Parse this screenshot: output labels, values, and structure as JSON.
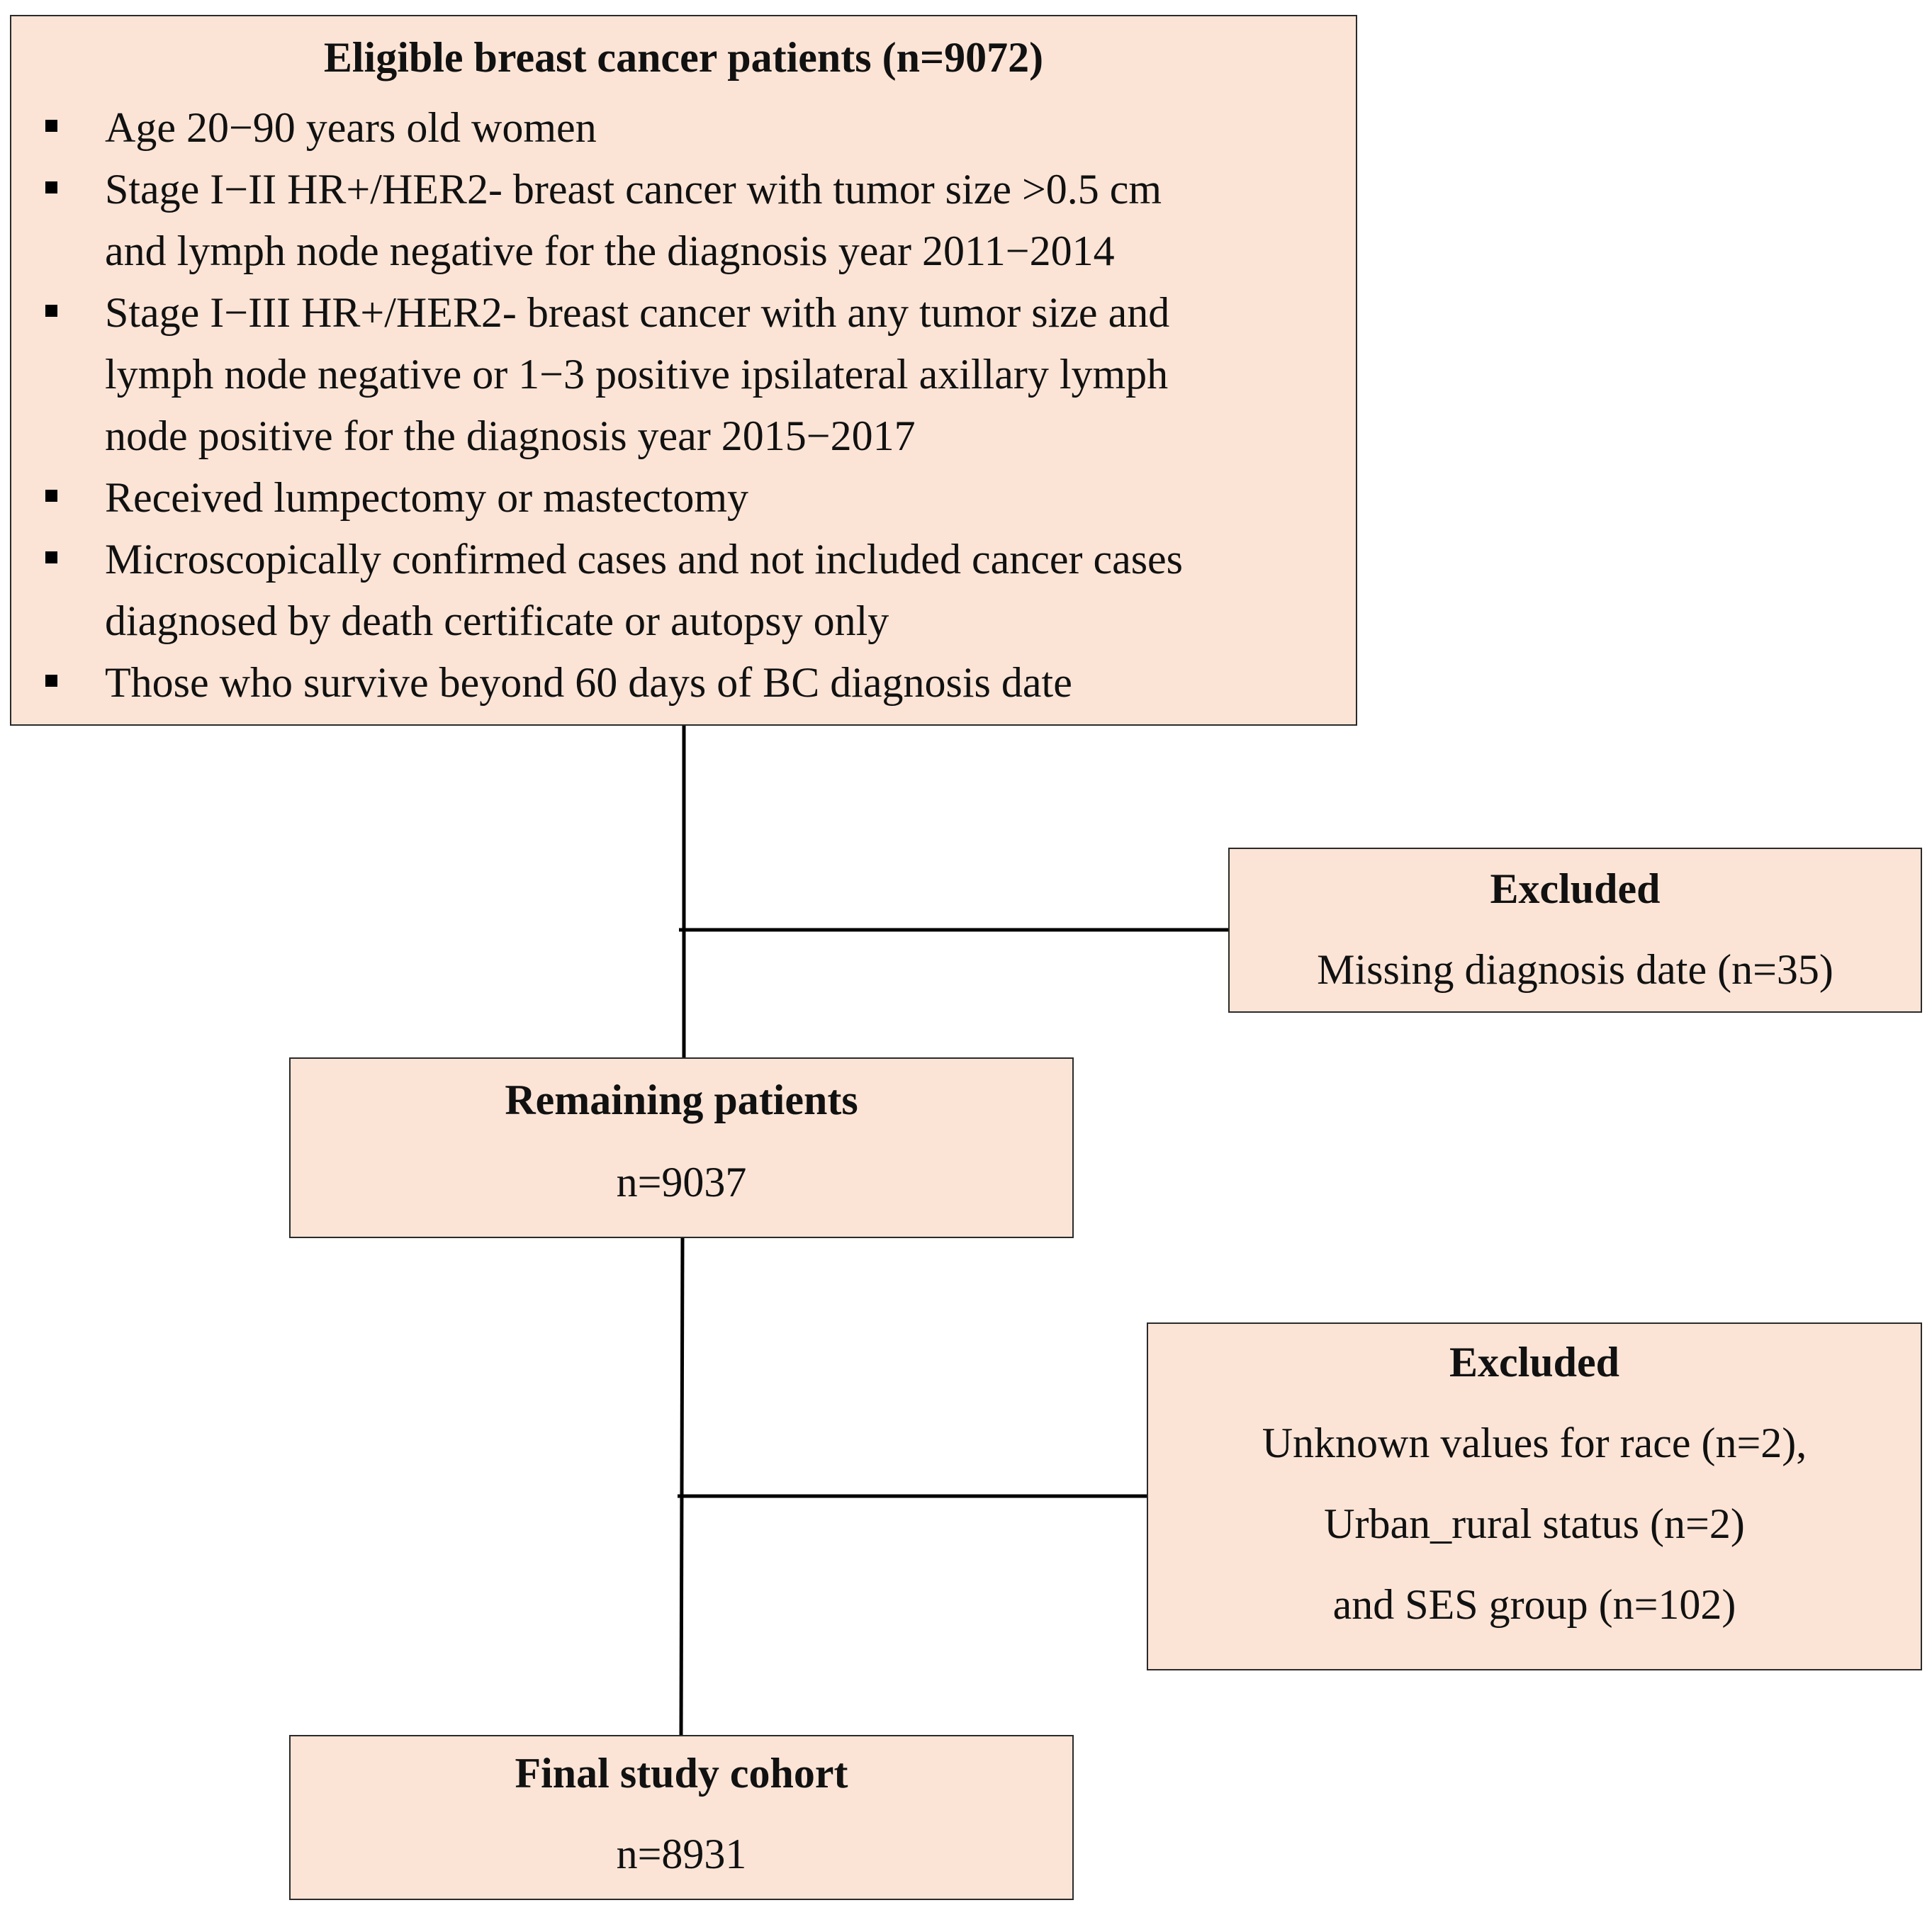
{
  "eligible": {
    "title": "Eligible breast cancer patients (n=9072)",
    "criteria": [
      {
        "lines": [
          "Age 20−90 years old women"
        ]
      },
      {
        "lines": [
          "Stage I−II HR+/HER2- breast cancer with tumor size >0.5 cm",
          "and lymph node negative for the diagnosis year 2011−2014"
        ]
      },
      {
        "lines": [
          "Stage I−III HR+/HER2- breast cancer with any tumor size and",
          "lymph node negative or 1−3 positive ipsilateral axillary lymph",
          "node positive for the diagnosis year 2015−2017"
        ]
      },
      {
        "lines": [
          "Received lumpectomy or mastectomy"
        ]
      },
      {
        "lines": [
          "Microscopically confirmed cases and not included cancer cases",
          "diagnosed by death certificate or autopsy only"
        ]
      },
      {
        "lines": [
          "Those who survive beyond 60 days of BC diagnosis date"
        ]
      }
    ]
  },
  "excluded_1": {
    "title": "Excluded",
    "lines": [
      "Missing diagnosis date (n=35)"
    ]
  },
  "remaining": {
    "title": "Remaining patients",
    "count": "n=9037"
  },
  "excluded_2": {
    "title": "Excluded",
    "lines": [
      "Unknown values for race (n=2),",
      "Urban_rural status (n=2)",
      "and SES group (n=102)"
    ]
  },
  "final": {
    "title": "Final study cohort",
    "count": "n=8931"
  },
  "colors": {
    "box_fill": "#fbe4d6",
    "box_border": "#2a2a2a",
    "connector": "#000000"
  }
}
